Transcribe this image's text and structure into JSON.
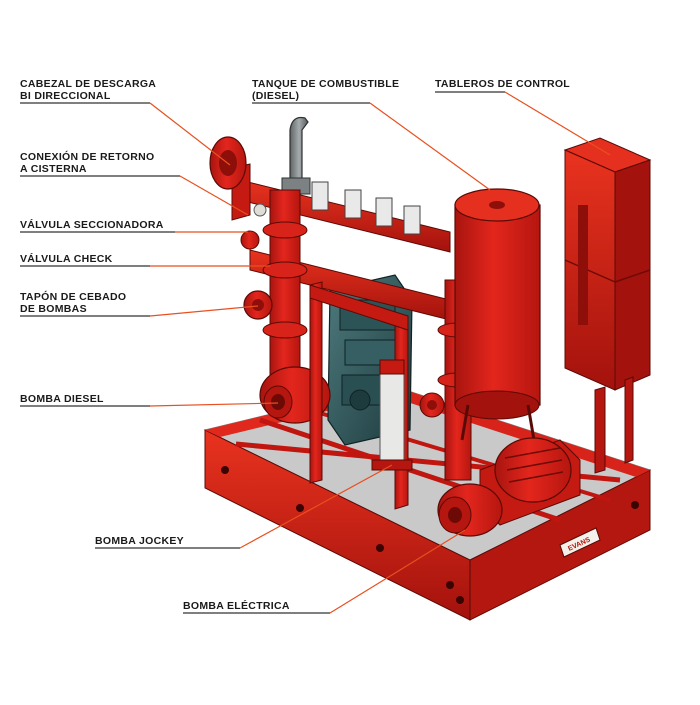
{
  "diagram": {
    "brand": "EVANS",
    "accent_color": "#e8501f",
    "equipment_color": "#d8201a",
    "labels": {
      "discharge_head": {
        "line1": "CABEZAL DE DESCARGA",
        "line2": "BI DIRECCIONAL"
      },
      "return_connection": {
        "line1": "CONEXIÓN DE RETORNO",
        "line2": "A CISTERNA"
      },
      "isolation_valve": {
        "line1": "VÁLVULA SECCIONADORA"
      },
      "check_valve": {
        "line1": "VÁLVULA CHECK"
      },
      "priming_plug": {
        "line1": "TAPÓN DE CEBADO",
        "line2": "DE BOMBAS"
      },
      "diesel_pump": {
        "line1": "BOMBA DIESEL"
      },
      "fuel_tank": {
        "line1": "TANQUE DE COMBUSTIBLE",
        "line2": "(DIESEL)"
      },
      "control_panels": {
        "line1": "TABLEROS DE CONTROL"
      },
      "jockey_pump": {
        "line1": "BOMBA JOCKEY"
      },
      "electric_pump": {
        "line1": "BOMBA ELÉCTRICA"
      }
    }
  }
}
